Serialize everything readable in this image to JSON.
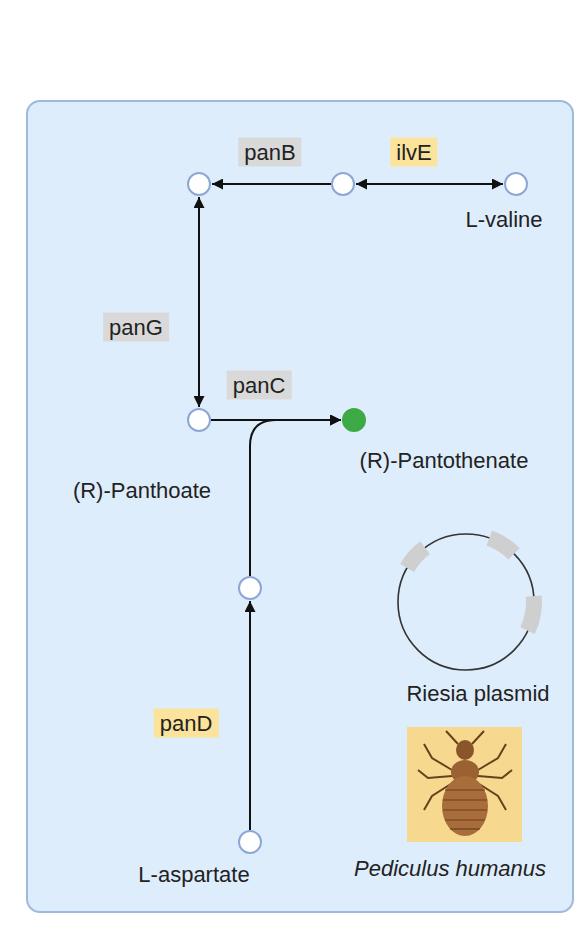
{
  "diagram": {
    "nodes": [
      {
        "text": []
      },
      {
        "text": []
      },
      {
        "text": [
          "L-valine"
        ]
      },
      {
        "text": [
          "(R)-Panthoate"
        ]
      },
      {
        "text": [
          "(R)-Pantothenate"
        ]
      },
      {
        "text": []
      },
      {
        "text": [
          "L-aspartate"
        ]
      }
    ],
    "edges": [
      {
        "from": 1,
        "to": 0,
        "arrow": "to",
        "label": "panB"
      },
      {
        "from": 1,
        "to": 2,
        "arrow": "both",
        "label": "ilvE"
      },
      {
        "from": 0,
        "to": 3,
        "arrow": "both",
        "label": "panG"
      },
      {
        "from": 3,
        "to": 4,
        "arrow": "to",
        "label": "panC"
      },
      {
        "from": 5,
        "to": 4,
        "arrow": "to"
      },
      {
        "from": 6,
        "to": 5,
        "arrow": "to",
        "label": "panD"
      }
    ],
    "labels": [
      "Riesia plasmid",
      "Pediculus humanus"
    ]
  }
}
